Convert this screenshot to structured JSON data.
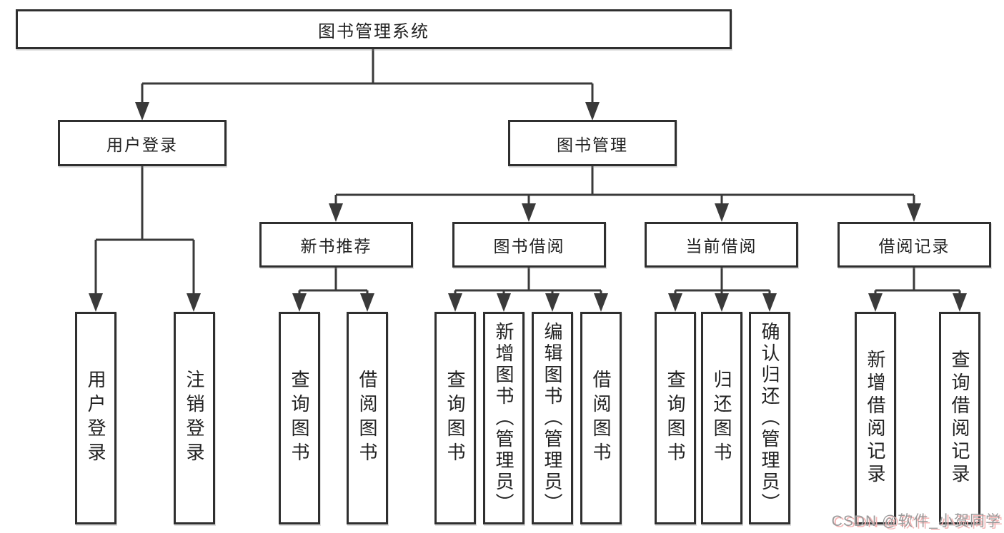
{
  "diagram_title": "图书管理系统",
  "tree": {
    "label": "图书管理系统",
    "children": [
      {
        "label": "用户登录",
        "children": [
          {
            "label": "用户登录"
          },
          {
            "label": "注销登录"
          }
        ]
      },
      {
        "label": "图书管理",
        "children": [
          {
            "label": "新书推荐",
            "children": [
              {
                "label": "查询图书"
              },
              {
                "label": "借阅图书"
              }
            ]
          },
          {
            "label": "图书借阅",
            "children": [
              {
                "label": "查询图书"
              },
              {
                "label": "新增图书（管理员）"
              },
              {
                "label": "编辑图书（管理员）"
              },
              {
                "label": "借阅图书"
              }
            ]
          },
          {
            "label": "当前借阅",
            "children": [
              {
                "label": "查询图书"
              },
              {
                "label": "归还图书"
              },
              {
                "label": "确认归还（管理员）"
              }
            ]
          },
          {
            "label": "借阅记录",
            "children": [
              {
                "label": "新增借阅记录"
              },
              {
                "label": "查询借阅记录"
              }
            ]
          }
        ]
      }
    ]
  },
  "watermark": {
    "text": "CSDN @软件_小贺同学"
  },
  "colors": {
    "line": "#3a3a3a",
    "box_border": "#2f2f2f",
    "text": "#222222",
    "background": "#ffffff",
    "watermark_gray": "#9b9b9b",
    "watermark_pink": "#f5b6b6"
  }
}
